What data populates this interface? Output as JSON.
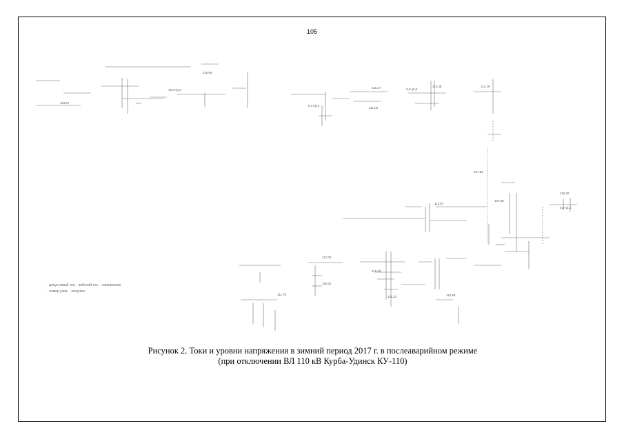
{
  "page": {
    "number": "105",
    "caption_line1": "Рисунок 2. Токи и уровни напряжения в зимний период 2017 г. в послеаварийном режиме",
    "caption_line2": "(при отключении ВЛ 110 кВ Курба-Удинск КУ-110)"
  },
  "legend": {
    "line1": "- допустимый ток, - рабочий ток, - напряжение",
    "line2": "- номер узла, - загрузка"
  },
  "diagram_labels": {
    "l1": "113,57",
    "l2": "116,69",
    "l3": "10,3+j3,3",
    "l4": "115,37",
    "l5": "107,50",
    "l6": "107,02",
    "l7": "113,38",
    "l8": "114,19",
    "l9": "116,32",
    "l10": "113,87",
    "l11": "5,5+j2,2",
    "l12": "0,1+j0,1",
    "l13": "6,3+j2,0",
    "l14": "117,00",
    "l15": "116,20",
    "l16": "115,32",
    "l17": "113,99",
    "l18": "111,70",
    "l19": "115,52",
    "l20": "111,04"
  },
  "colors": {
    "border": "#000000",
    "lines": "#6b6b6b",
    "text": "#555555"
  }
}
